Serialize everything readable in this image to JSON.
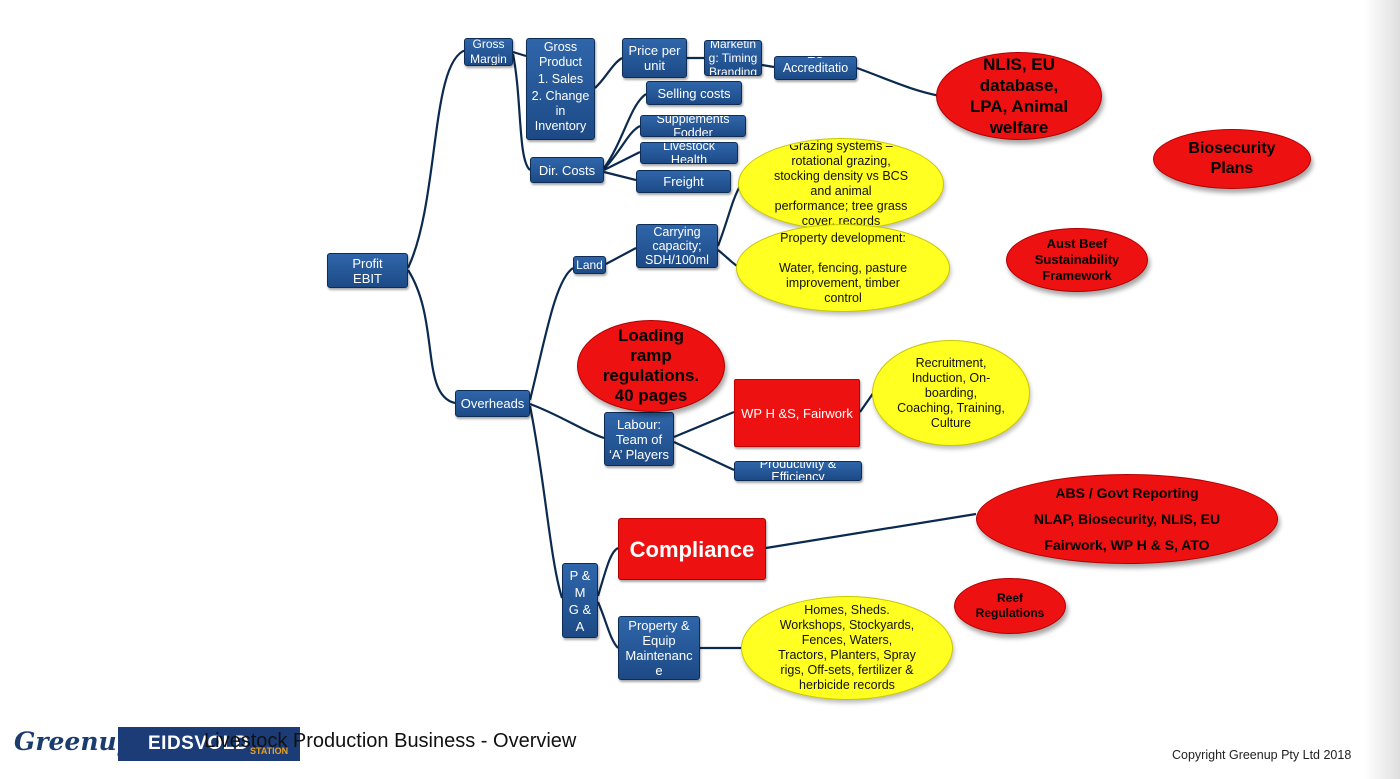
{
  "colors": {
    "box_blue": "#1d4a86",
    "accent_red": "#ee1111",
    "ellipse_yellow": "#ffff22",
    "connector": "#0b2a4f"
  },
  "nodes": {
    "profit": "Profit\nEBIT",
    "gross_margin": "Gross\nMargin",
    "gross_product": {
      "title": "Gross\nProduct",
      "sales": "1. Sales",
      "change": "2. Change\nin\nInventory"
    },
    "price_per_unit": "Price per\nunit",
    "marketing": "Marketin\ng: Timing\nBranding",
    "accreditation": "EU\nAccreditatio\nn",
    "selling_costs": "Selling costs",
    "supplements": "Supplements\nFodder",
    "livestock_health": "Livestock\nHealth",
    "dir_costs": "Dir. Costs",
    "freight": "Freight",
    "overheads": "Overheads",
    "land": "Land",
    "carrying_capacity": "Carrying\ncapacity;\nSDH/100ml",
    "labour": "Labour:\nTeam of\n‘A’ Players",
    "wphs": "WP H &S, Fairwork",
    "productivity": "Productivity &\nEfficiency",
    "pmga": "P  &\nM\nG &\nA",
    "compliance": "Compliance",
    "property_equip": "Property &\nEquip\nMaintenanc\ne"
  },
  "ellipses": {
    "nlis": "NLIS, EU\ndatabase,\nLPA, Animal\nwelfare",
    "biosecurity": "Biosecurity\nPlans",
    "grazing": "Grazing systems –\nrotational grazing,\nstocking density vs BCS\nand animal\nperformance; tree grass\ncover, records",
    "property_dev": "Property development:\n\nWater, fencing, pasture\nimprovement, timber\ncontrol",
    "aust_beef": "Aust Beef\nSustainability\nFramework",
    "loading_ramp": "Loading\nramp\nregulations.\n40 pages",
    "recruitment": "Recruitment,\nInduction, On-\nboarding,\nCoaching, Training,\nCulture",
    "abs": "ABS / Govt Reporting\n\nNLAP, Biosecurity, NLIS, EU\n\nFairwork, WP H & S, ATO",
    "reef": "Reef\nRegulations",
    "homes": "Homes, Sheds.\nWorkshops, Stockyards,\nFences, Waters,\nTractors, Planters, Spray\nrigs, Off-sets, fertilizer &\nherbicide records"
  },
  "footer": {
    "logo_greenup": "Greenup",
    "logo_eidsvold": "EIDSVOLD",
    "logo_station": "STATION",
    "title": "Livestock Production Business - Overview",
    "copyright": "Copyright Greenup Pty Ltd  2018"
  }
}
